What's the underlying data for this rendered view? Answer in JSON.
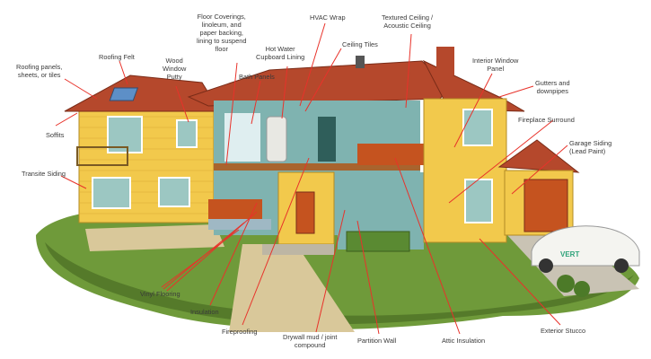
{
  "labels": {
    "roofing_panels": "Roofing panels,\nsheets, or tiles",
    "roofing_felt": "Roofing Felt",
    "wood_window_putty": "Wood\nWindow\nPutty",
    "floor_coverings": "Floor Coverings,\nlinoleum, and\npaper backing,\nlining to suspend\nfloor",
    "hvac_wrap": "HVAC Wrap",
    "textured_ceiling": "Textured Ceiling /\nAcoustic Ceiling",
    "ceiling_tiles": "Ceiling Tiles",
    "hot_water_cupboard": "Hot Water\nCupboard Lining",
    "bath_panels": "Bath Panels",
    "interior_window_panel": "Interior Window\nPanel",
    "gutters": "Gutters and\ndownpipes",
    "soffits": "Soffits",
    "fireplace_surround": "Fireplace Surround",
    "garage_siding": "Garage Siding\n(Lead Paint)",
    "transite_siding": "Transite Siding",
    "vinyl_flooring": "Vinyl Flooring",
    "insulation": "Insulation",
    "fireproofing": "Fireproofing",
    "drywall_mud": "Drywall mud / joint\ncompound",
    "partition_wall": "Partition Wall",
    "attic_insulation": "Attic Insulation",
    "exterior_stucco": "Exterior Stucco",
    "car_brand": "VERT"
  },
  "colors": {
    "leader": "#e8322a",
    "roof": "#b5482c",
    "siding": "#f2c94c",
    "interior_wall": "#7fb3b0",
    "lawn": "#6f9a3a",
    "path": "#d9c89a",
    "car_accent": "#2fa37a"
  }
}
